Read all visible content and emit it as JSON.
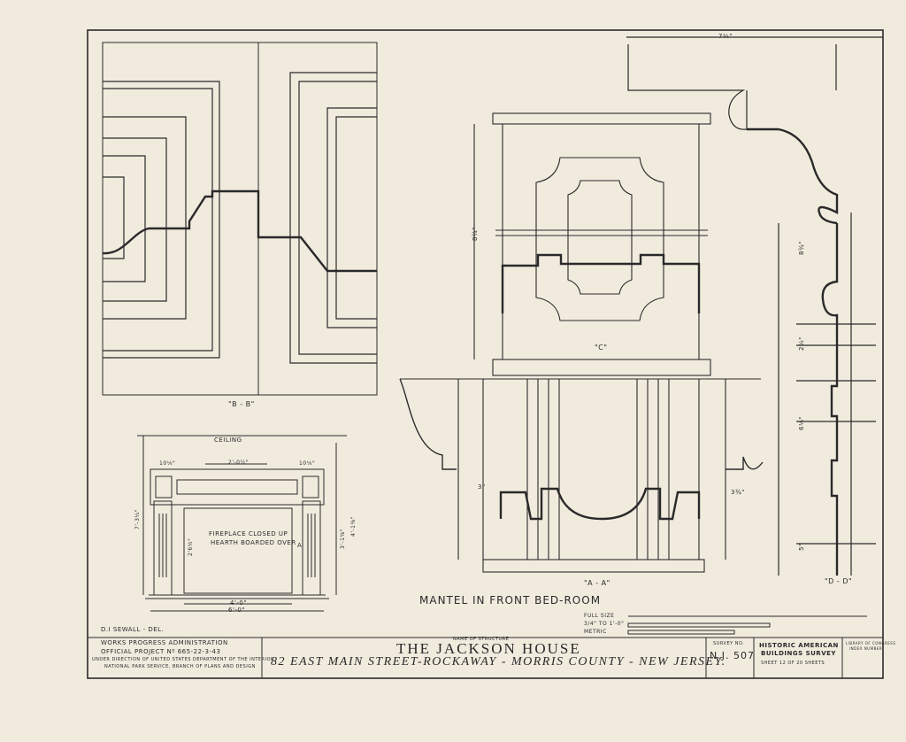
{
  "title_block": {
    "wpa": "WORKS PROGRESS ADMINISTRATION",
    "official_project": "OFFICIAL PROJECT Nº 665-22-3-43",
    "under_direction_1": "UNDER DIRECTION OF UNITED STATES DEPARTMENT OF THE INTERIOR",
    "under_direction_2": "NATIONAL PARK SERVICE, BRANCH OF PLANS AND DESIGN",
    "name_of_structure_label": "NAME OF STRUCTURE",
    "structure_name": "THE JACKSON HOUSE",
    "address": "82 EAST MAIN STREET-ROCKAWAY - MORRIS COUNTY - NEW JERSEY.",
    "survey_no_label": "SURVEY NO.",
    "survey_no": "N.J. 507",
    "hab_line1": "HISTORIC AMERICAN",
    "hab_line2": "BUILDINGS SURVEY",
    "sheet_info": "SHEET 12  OF 20 SHEETS",
    "library_label_1": "LIBRARY OF CONGRESS",
    "library_label_2": "INDEX NUMBER"
  },
  "delineator": "D.I SEWALL - DEL.",
  "mantel_caption": "MANTEL IN FRONT BED-ROOM",
  "scale_labels": {
    "full_size": "FULL SIZE",
    "quarter": "3/4\" TO 1'-0\"",
    "metric": "METRIC"
  },
  "section_labels": {
    "bb": "\"B - B\"",
    "c": "\"C\"",
    "aa": "\"A - A\"",
    "dd": "\"D - D\""
  },
  "elevation": {
    "ceiling": "CEILING",
    "note_line1": "FIREPLACE CLOSED UP",
    "note_line2": "HEARTH BOARDED OVER",
    "marker_a": "A",
    "width_inner": "4'-0\"",
    "width_outer": "6'-0\"",
    "height": "7'-3¼\"",
    "top_mid": "2'-0½\"",
    "top_left": "10⅛\"",
    "top_right": "10⅛\"",
    "opening_h": "2'6½\"",
    "right_total": "4'-1⅜\"",
    "right_mid": "3'-1⅝\""
  },
  "dims": {
    "top_width": "7¼\"",
    "c_height": "8¾\"",
    "aa_left": "3\"",
    "aa_right": "3¾\"",
    "dd_1": "8¾\"",
    "dd_2": "2½\"",
    "dd_3": "6⅛\"",
    "dd_4": "5\""
  }
}
